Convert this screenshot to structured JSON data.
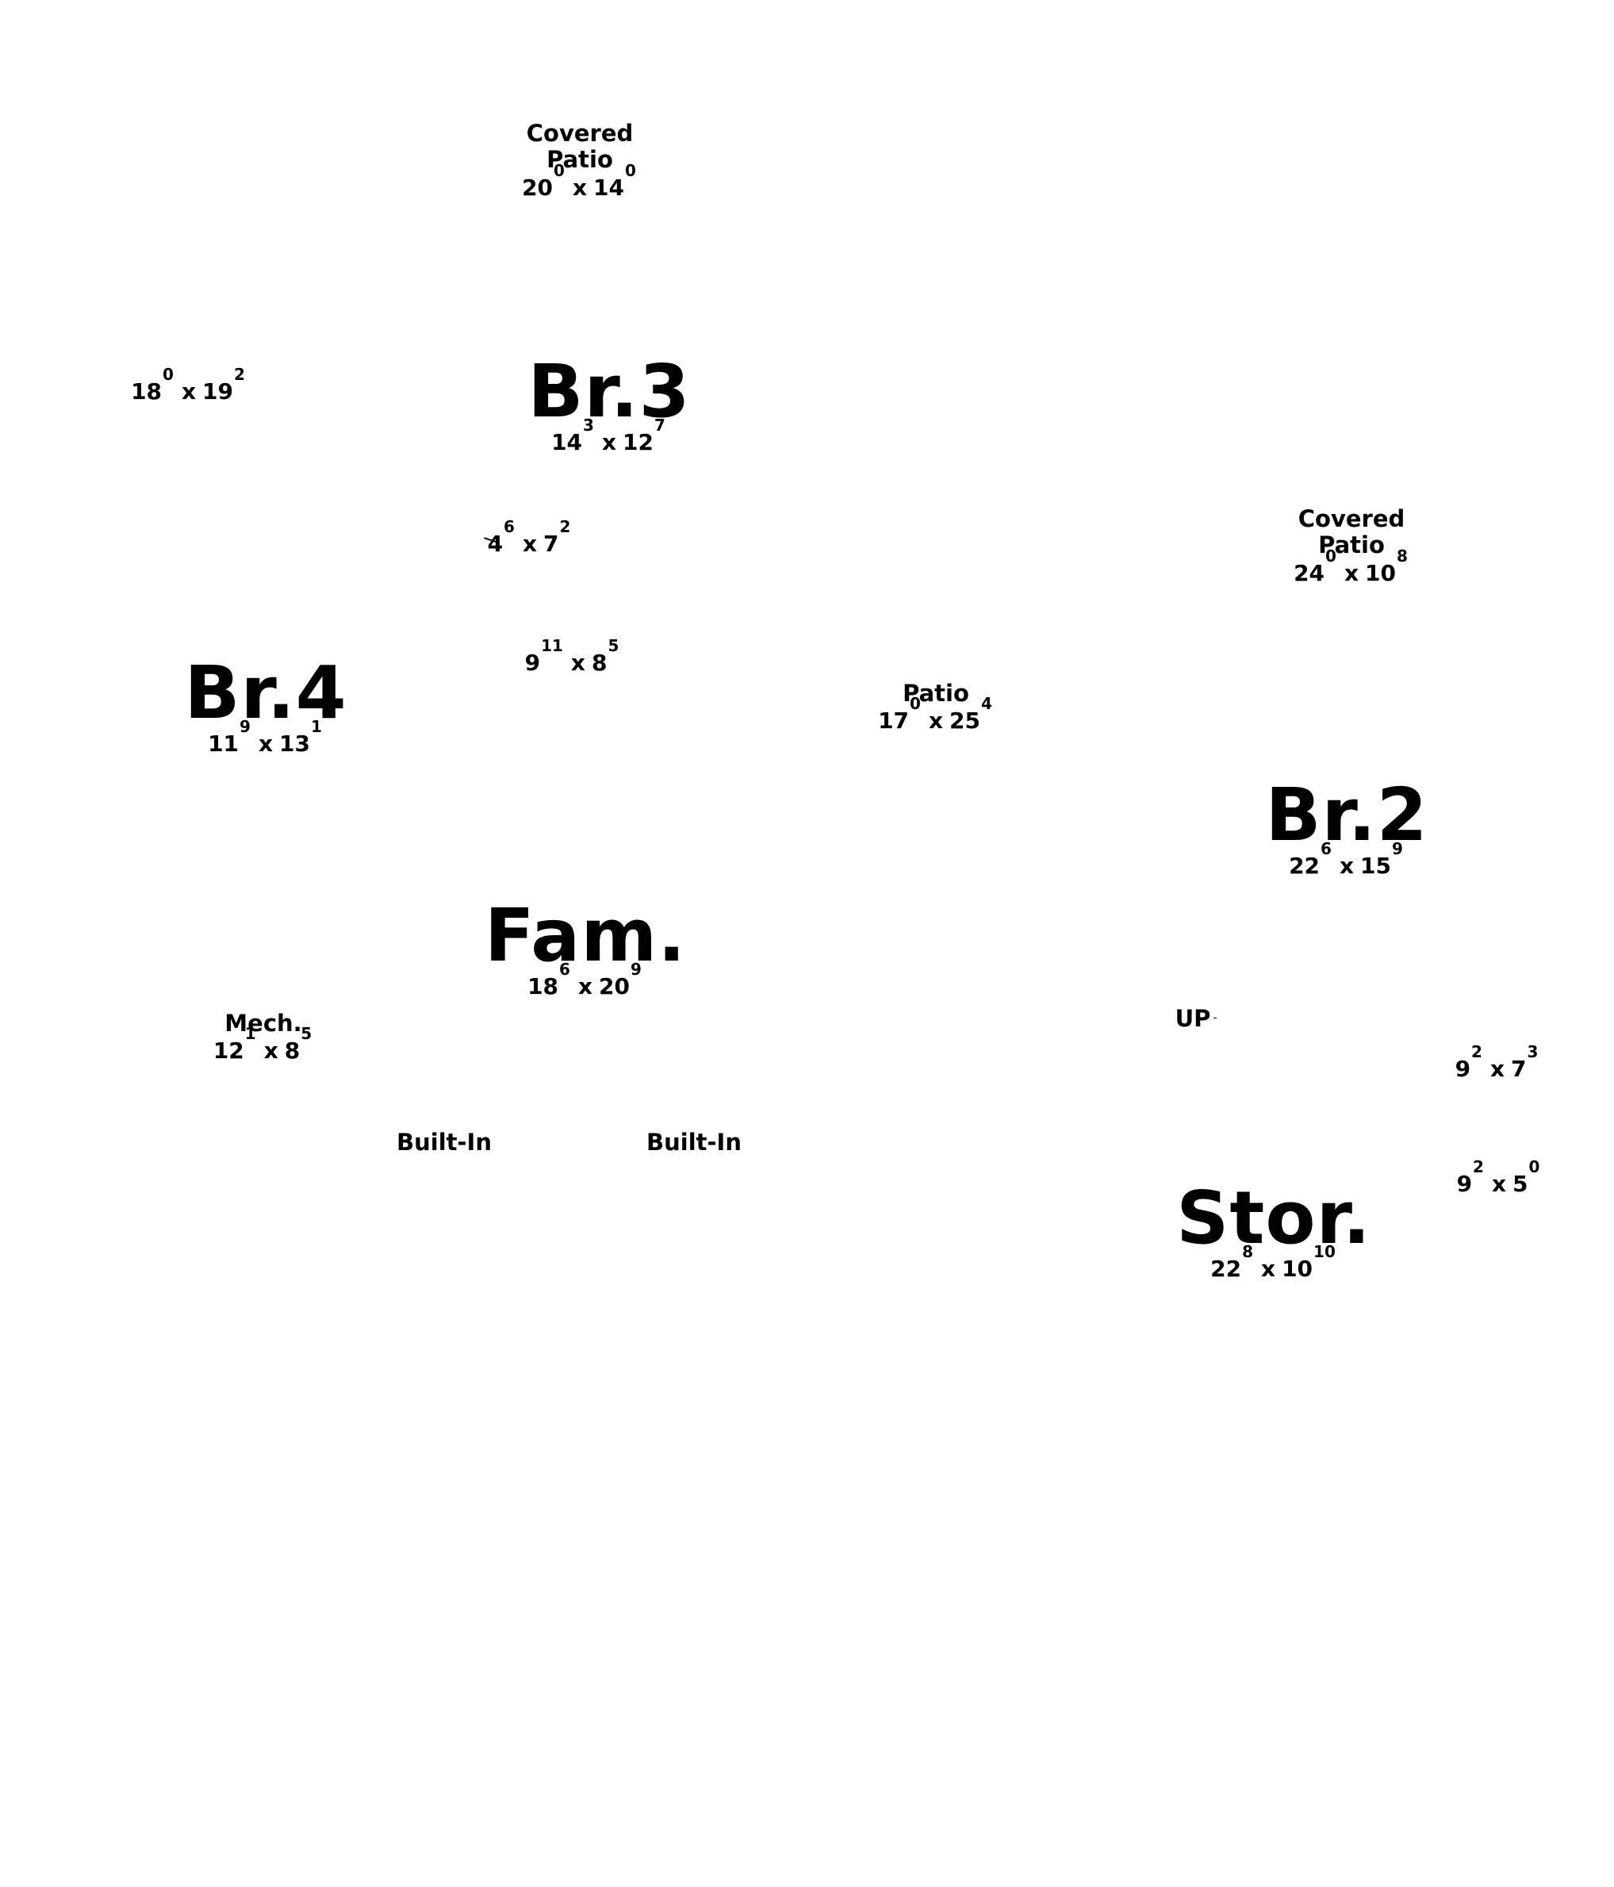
{
  "rooms": {
    "covered_patio_top": {
      "name_line1": "Covered",
      "name_line2": "Patio",
      "w": "20",
      "w_in": "0",
      "x": "x",
      "d": "14",
      "d_in": "0"
    },
    "room_18x19": {
      "w": "18",
      "w_in": "0",
      "x": "x",
      "d": "19",
      "d_in": "2"
    },
    "br3": {
      "name": "Br.3",
      "w": "14",
      "w_in": "3",
      "x": "x",
      "d": "12",
      "d_in": "7"
    },
    "closet_4x7": {
      "w": "4",
      "w_in": "6",
      "x": "x",
      "d": "7",
      "d_in": "2"
    },
    "covered_patio_right": {
      "name_line1": "Covered",
      "name_line2": "Patio",
      "w": "24",
      "w_in": "0",
      "x": "x",
      "d": "10",
      "d_in": "8"
    },
    "room_9x8": {
      "w": "9",
      "w_in": "11",
      "x": "x",
      "d": "8",
      "d_in": "5"
    },
    "br4": {
      "name": "Br.4",
      "w": "11",
      "w_in": "9",
      "x": "x",
      "d": "13",
      "d_in": "1"
    },
    "patio": {
      "name": "Patio",
      "w": "17",
      "w_in": "0",
      "x": "x",
      "d": "25",
      "d_in": "4"
    },
    "br2": {
      "name": "Br.2",
      "w": "22",
      "w_in": "6",
      "x": "x",
      "d": "15",
      "d_in": "9"
    },
    "fam": {
      "name": "Fam.",
      "w": "18",
      "w_in": "6",
      "x": "x",
      "d": "20",
      "d_in": "9"
    },
    "mech": {
      "name": "Mech.",
      "w": "12",
      "w_in": "1",
      "x": "x",
      "d": "8",
      "d_in": "5"
    },
    "stairs": {
      "label": "UP"
    },
    "room_9x7": {
      "w": "9",
      "w_in": "2",
      "x": "x",
      "d": "7",
      "d_in": "3"
    },
    "built_in_left": {
      "name": "Built-In"
    },
    "built_in_right": {
      "name": "Built-In"
    },
    "room_9x5": {
      "w": "9",
      "w_in": "2",
      "x": "x",
      "d": "5",
      "d_in": "0"
    },
    "stor": {
      "name": "Stor.",
      "w": "22",
      "w_in": "8",
      "x": "x",
      "d": "10",
      "d_in": "10"
    }
  }
}
